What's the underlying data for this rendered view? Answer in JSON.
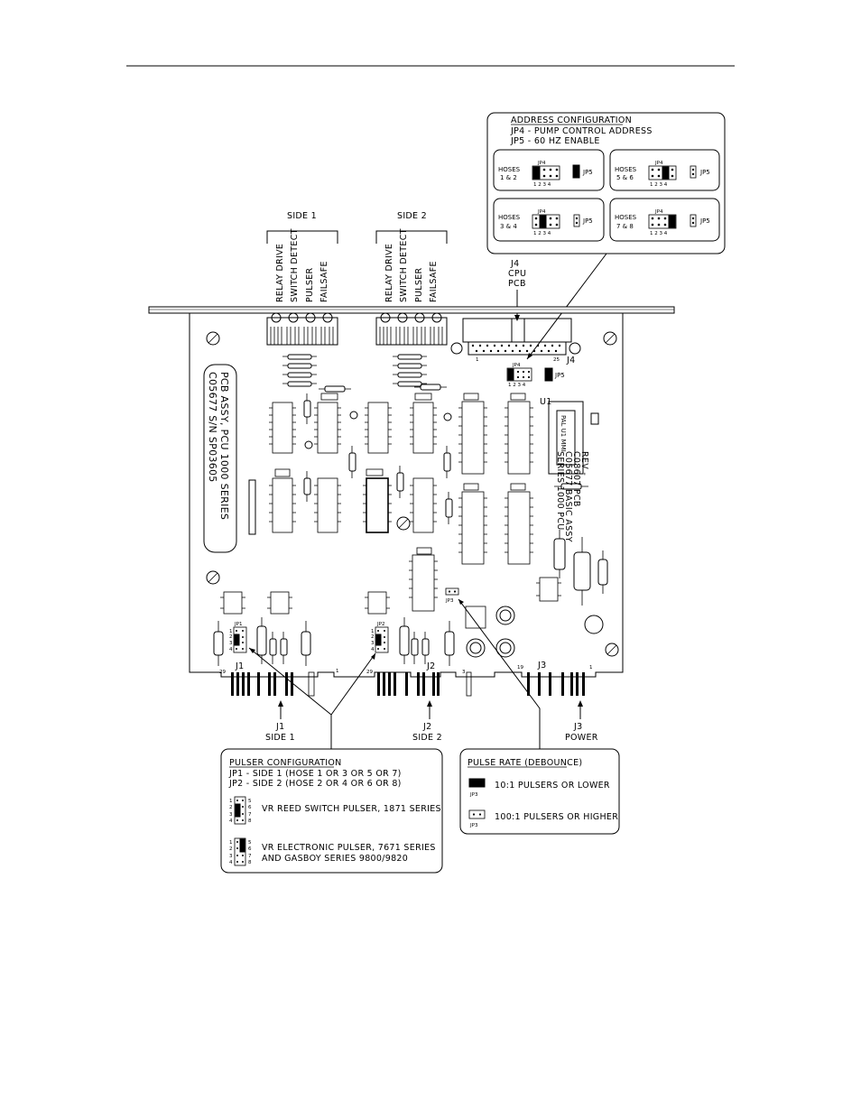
{
  "address_config": {
    "title": "ADDRESS CONFIGURATION",
    "line1": "JP4 - PUMP CONTROL ADDRESS",
    "line2": "JP5 - 60 HZ ENABLE",
    "hoses": [
      {
        "line1": "HOSES",
        "line2": "1 & 2"
      },
      {
        "line1": "HOSES",
        "line2": "5 & 6"
      },
      {
        "line1": "HOSES",
        "line2": "3 & 4"
      },
      {
        "line1": "HOSES",
        "line2": "7 & 8"
      }
    ],
    "jp4_label": "JP4",
    "jp5_label": "JP5",
    "pin_numbers": "1 2 3 4"
  },
  "connector_groups": {
    "side1": "SIDE 1",
    "side2": "SIDE 2",
    "signals": [
      "RELAY DRIVE",
      "SWITCH DETECT",
      "PULSER",
      "FAILSAFE"
    ]
  },
  "j4_callout": {
    "line1": "J4",
    "line2": "CPU",
    "line3": "PCB"
  },
  "board": {
    "silk_left": [
      "C05677 S/N SP03605",
      "PCB ASSY, PCU 1000 SERIES"
    ],
    "silk_right": [
      "SERIES 1000 PCU",
      "C05677 BASIC ASSY",
      "C08607 PCB",
      "REV -"
    ],
    "ic_text": "PAL U1 MMI",
    "u1": "U1",
    "j4": "J4",
    "j4_pin1": "1",
    "j4_pin25": "25",
    "jp4": "JP4",
    "jp5": "JP5",
    "jp4_pins": "1 2 3 4",
    "jp1": "JP1",
    "jp2": "JP2",
    "jp3": "JP3",
    "jp_pins_left": [
      "1",
      "2",
      "3",
      "4"
    ],
    "jp_pins_right": [
      "5",
      "6",
      "7",
      "8"
    ],
    "j1": "J1",
    "j2": "J2",
    "j3": "J3",
    "j1_pin29": "29",
    "j1_pin1": "1",
    "j2_pin29": "29",
    "j2_pin3": "3",
    "j3_pin19": "19",
    "j3_pin1": "1"
  },
  "bottom_callouts": {
    "j1": {
      "line1": "J1",
      "line2": "SIDE 1"
    },
    "j2": {
      "line1": "J2",
      "line2": "SIDE 2"
    },
    "j3": {
      "line1": "J3",
      "line2": "POWER"
    }
  },
  "pulser_config": {
    "title": "PULSER CONFIGURATION",
    "line1": "JP1 - SIDE 1 (HOSE 1 OR 3 OR 5 OR 7)",
    "line2": "JP2 - SIDE 2 (HOSE 2 OR 4 OR 6 OR 8)",
    "reed": "VR REED SWITCH PULSER, 1871 SERIES",
    "electronic1": "VR ELECTRONIC PULSER, 7671 SERIES",
    "electronic2": "AND GASBOY SERIES 9800/9820"
  },
  "pulse_rate": {
    "title": "PULSE RATE (DEBOUNCE)",
    "jp3": "JP3",
    "opt1": "10:1 PULSERS OR LOWER",
    "opt2": "100:1 PULSERS OR HIGHER"
  }
}
